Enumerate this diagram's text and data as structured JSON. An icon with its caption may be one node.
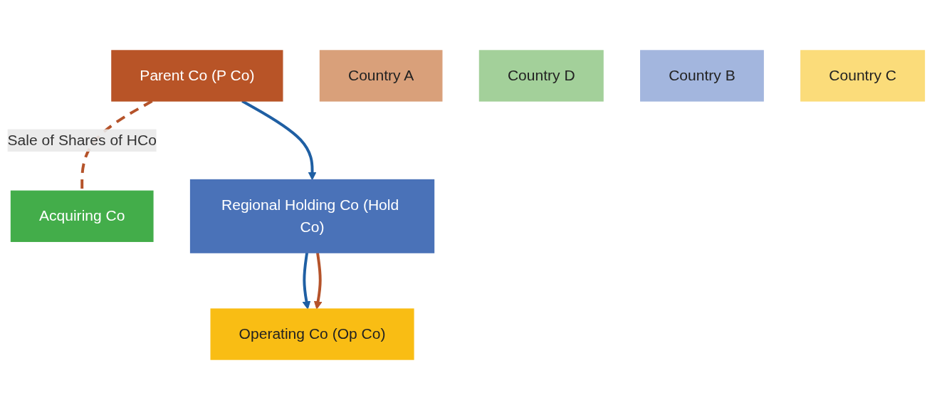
{
  "diagram": {
    "nodes": [
      {
        "text": [
          "Parent Co (P  Co)"
        ]
      },
      {
        "text": [
          "Country A"
        ]
      },
      {
        "text": [
          "Acquiring Co"
        ]
      },
      {
        "text": [
          "Country D"
        ]
      },
      {
        "text": [
          "Regional Holding Co (Hold Co)"
        ]
      },
      {
        "text": [
          "Country B"
        ]
      },
      {
        "text": [
          "Operating Co (Op Co)"
        ]
      },
      {
        "text": [
          "Country C"
        ]
      }
    ],
    "edges": [
      {
        "from": 0,
        "to": 4,
        "arrow": "to",
        "color": "#1f5fa3"
      },
      {
        "from": 4,
        "to": 6,
        "arrow": "to",
        "color": "#1f5fa3"
      },
      {
        "from": 4,
        "to": 6,
        "arrow": "to",
        "color": "#b5532a"
      },
      {
        "from": 0,
        "to": 2,
        "arrow": "none",
        "label": "Sale of Shares of HCo",
        "style": "dashed",
        "color": "#b5532a"
      }
    ]
  }
}
